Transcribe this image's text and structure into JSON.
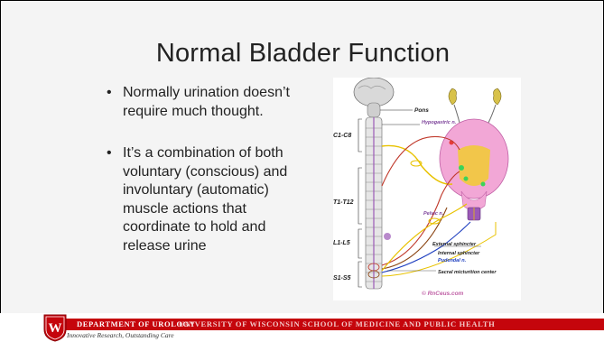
{
  "slide": {
    "title": "Normal Bladder Function",
    "bullets": [
      "Normally urination doesn’t require much thought.",
      "It’s a combination of both voluntary (conscious) and involuntary (automatic) muscle actions that coordinate to hold and release urine"
    ]
  },
  "diagram": {
    "segments": [
      "C1-C8",
      "T1-T12",
      "L1-L5",
      "S1-S5"
    ],
    "labels": {
      "pons": "Pons",
      "hypogastric": "Hypogastric n.",
      "pelvic": "Pelvic n.",
      "external_sphincter": "External sphincter",
      "internal_sphincter": "Internal sphincter",
      "pudendal": "Pudendal n.",
      "sacral_center": "Sacral micturition center",
      "credit": "© RnCeus.com"
    }
  },
  "footer": {
    "crest_letter": "W",
    "department": "DEPARTMENT OF UROLOGY",
    "university": "UNIVERSITY OF WISCONSIN SCHOOL OF MEDICINE AND PUBLIC HEALTH",
    "tagline": "Innovative Research, Outstanding Care"
  },
  "colors": {
    "brand_red": "#c5050c",
    "background": "#f4f4f4",
    "bladder_pink": "#f2a7d6",
    "urine_yellow": "#f2c64a",
    "nerve_yellow": "#e8c200"
  }
}
